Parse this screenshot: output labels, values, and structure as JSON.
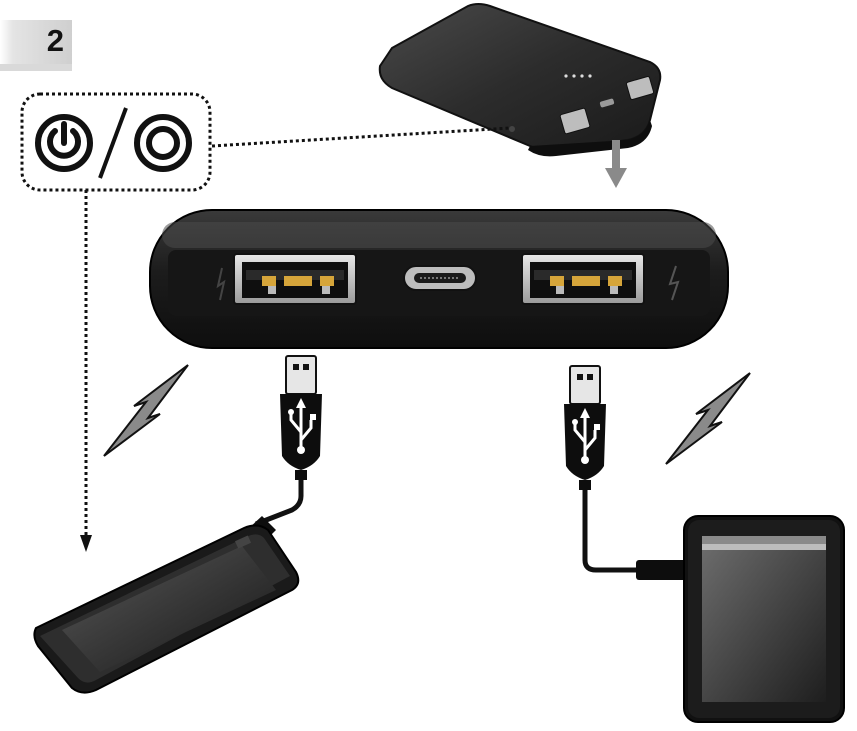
{
  "step": {
    "number": "2"
  },
  "power_states": [
    "power-on",
    "power-off"
  ],
  "colors": {
    "device_body": "#2a2a2a",
    "port_metal": "#c9c9c9",
    "connector_gold": "#d6a53a",
    "bolt_fill": "#8a8a8a",
    "dotted_line": "#111111"
  }
}
